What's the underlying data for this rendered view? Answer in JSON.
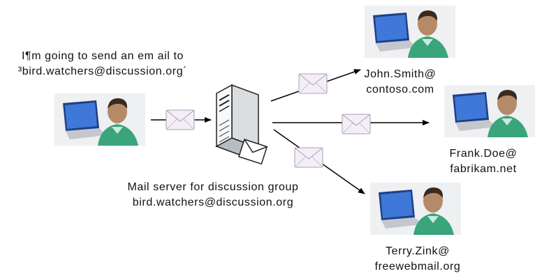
{
  "sender": {
    "speech_line1": "I¶m going to send an em ail to",
    "speech_line2": "³bird.watchers@discussion.org´"
  },
  "server": {
    "caption_line1": "Mail server for discussion group",
    "caption_line2": "bird.watchers@discussion.org"
  },
  "recipients": [
    {
      "line1": "John.Smith@",
      "line2": "contoso.com"
    },
    {
      "line1": "Frank.Doe@",
      "line2": "fabrikam.net"
    },
    {
      "line1": "Terry.Zink@",
      "line2": "freewebmail.org"
    }
  ],
  "icons": {
    "person": "user-at-laptop-icon",
    "server": "server-tower-icon",
    "envelope": "envelope-icon"
  },
  "colors": {
    "shirt": "#3aa57a",
    "skin": "#b58a68",
    "hair": "#3b2a1e",
    "laptop_screen": "#2f63c8",
    "envelope": "#f3eef6",
    "arrow": "#000000"
  }
}
